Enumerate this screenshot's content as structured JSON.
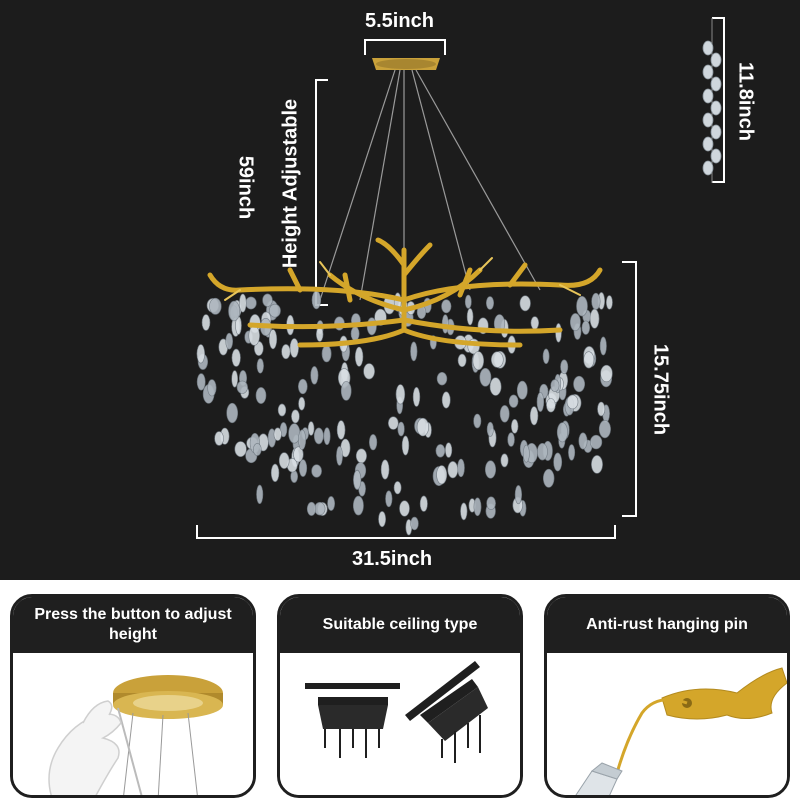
{
  "dimensions": {
    "canopy_width": "5.5inch",
    "chain_length": "59inch",
    "height_adjustable": "Height Adjustable",
    "body_height": "15.75inch",
    "body_width": "31.5inch",
    "strand_length": "11.8inch"
  },
  "features": [
    {
      "title": "Press the button to adjust height"
    },
    {
      "title": "Suitable ceiling type"
    },
    {
      "title": "Anti-rust hanging pin"
    }
  ],
  "colors": {
    "background": "#1c1c1c",
    "gold": "#d4a62a",
    "crystal": "#cfd6dc",
    "card_dark": "#1f1f1f"
  }
}
